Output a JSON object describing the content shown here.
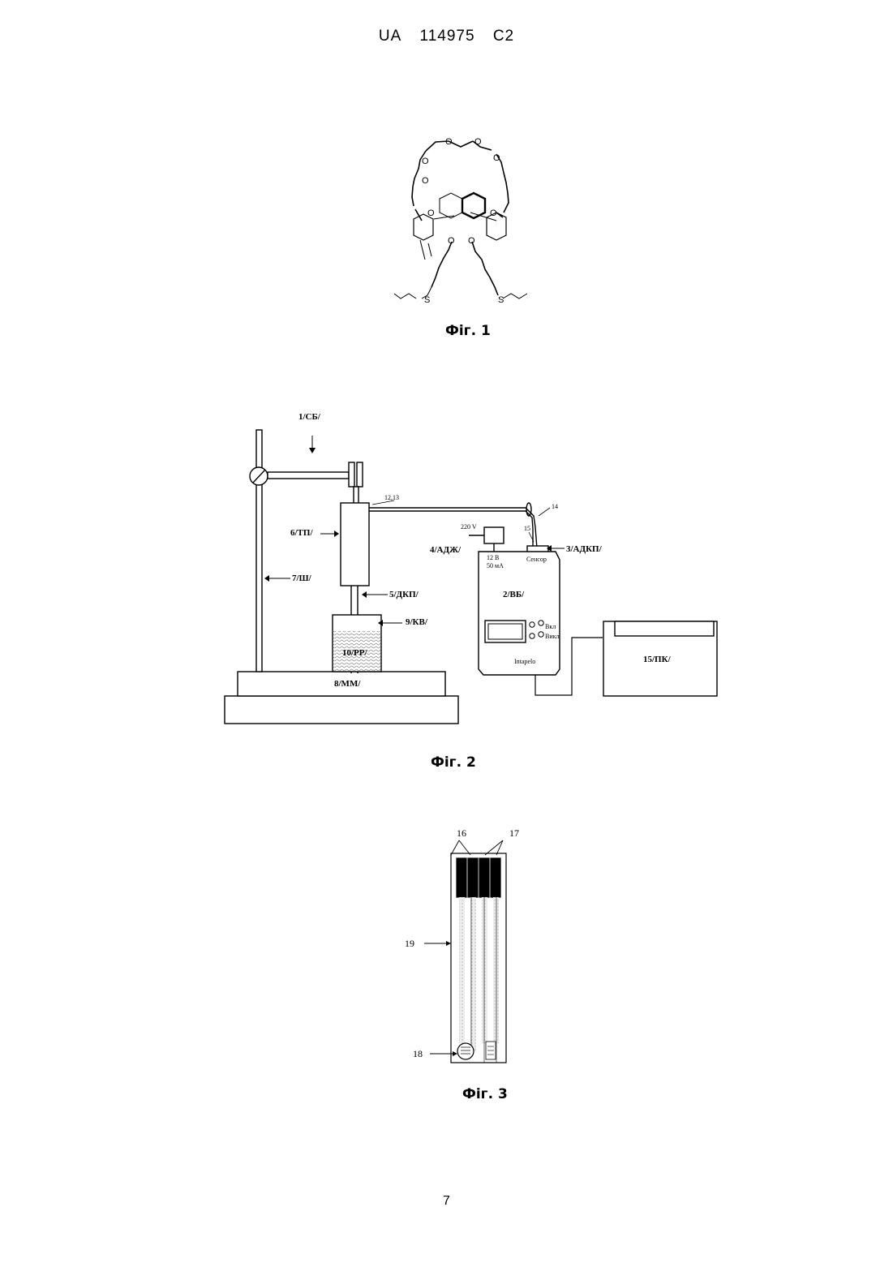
{
  "header": {
    "office": "UA",
    "number": "114975",
    "kind": "C2"
  },
  "fig1": {
    "caption": "Фіг. 1",
    "atoms": {
      "o": "O",
      "s": "S"
    }
  },
  "fig2": {
    "caption": "Фіг. 2",
    "labels": {
      "sb": "1/СБ/",
      "vb": "2/ВБ/",
      "adkp": "3/АДКП/",
      "adzh": "4/АДЖ/",
      "dkp": "5/ДКП/",
      "tp": "6/ТП/",
      "sh": "7/Ш/",
      "mm": "8/ММ/",
      "kv": "9/КВ/",
      "rr": "10/РР/",
      "pk": "15/ПК/",
      "cable": "12,13",
      "n14": "14",
      "n15": "15",
      "v220": "220 V",
      "v12": "12 В",
      "ma": "50 мА",
      "sensor": "Сенсор",
      "vkl": "Вкл",
      "vykl": "Викл",
      "brand": "Intapelo"
    }
  },
  "fig3": {
    "caption": "Фіг. 3",
    "labels": {
      "n16": "16",
      "n17": "17",
      "n18": "18",
      "n19": "19"
    }
  },
  "page_number": "7"
}
